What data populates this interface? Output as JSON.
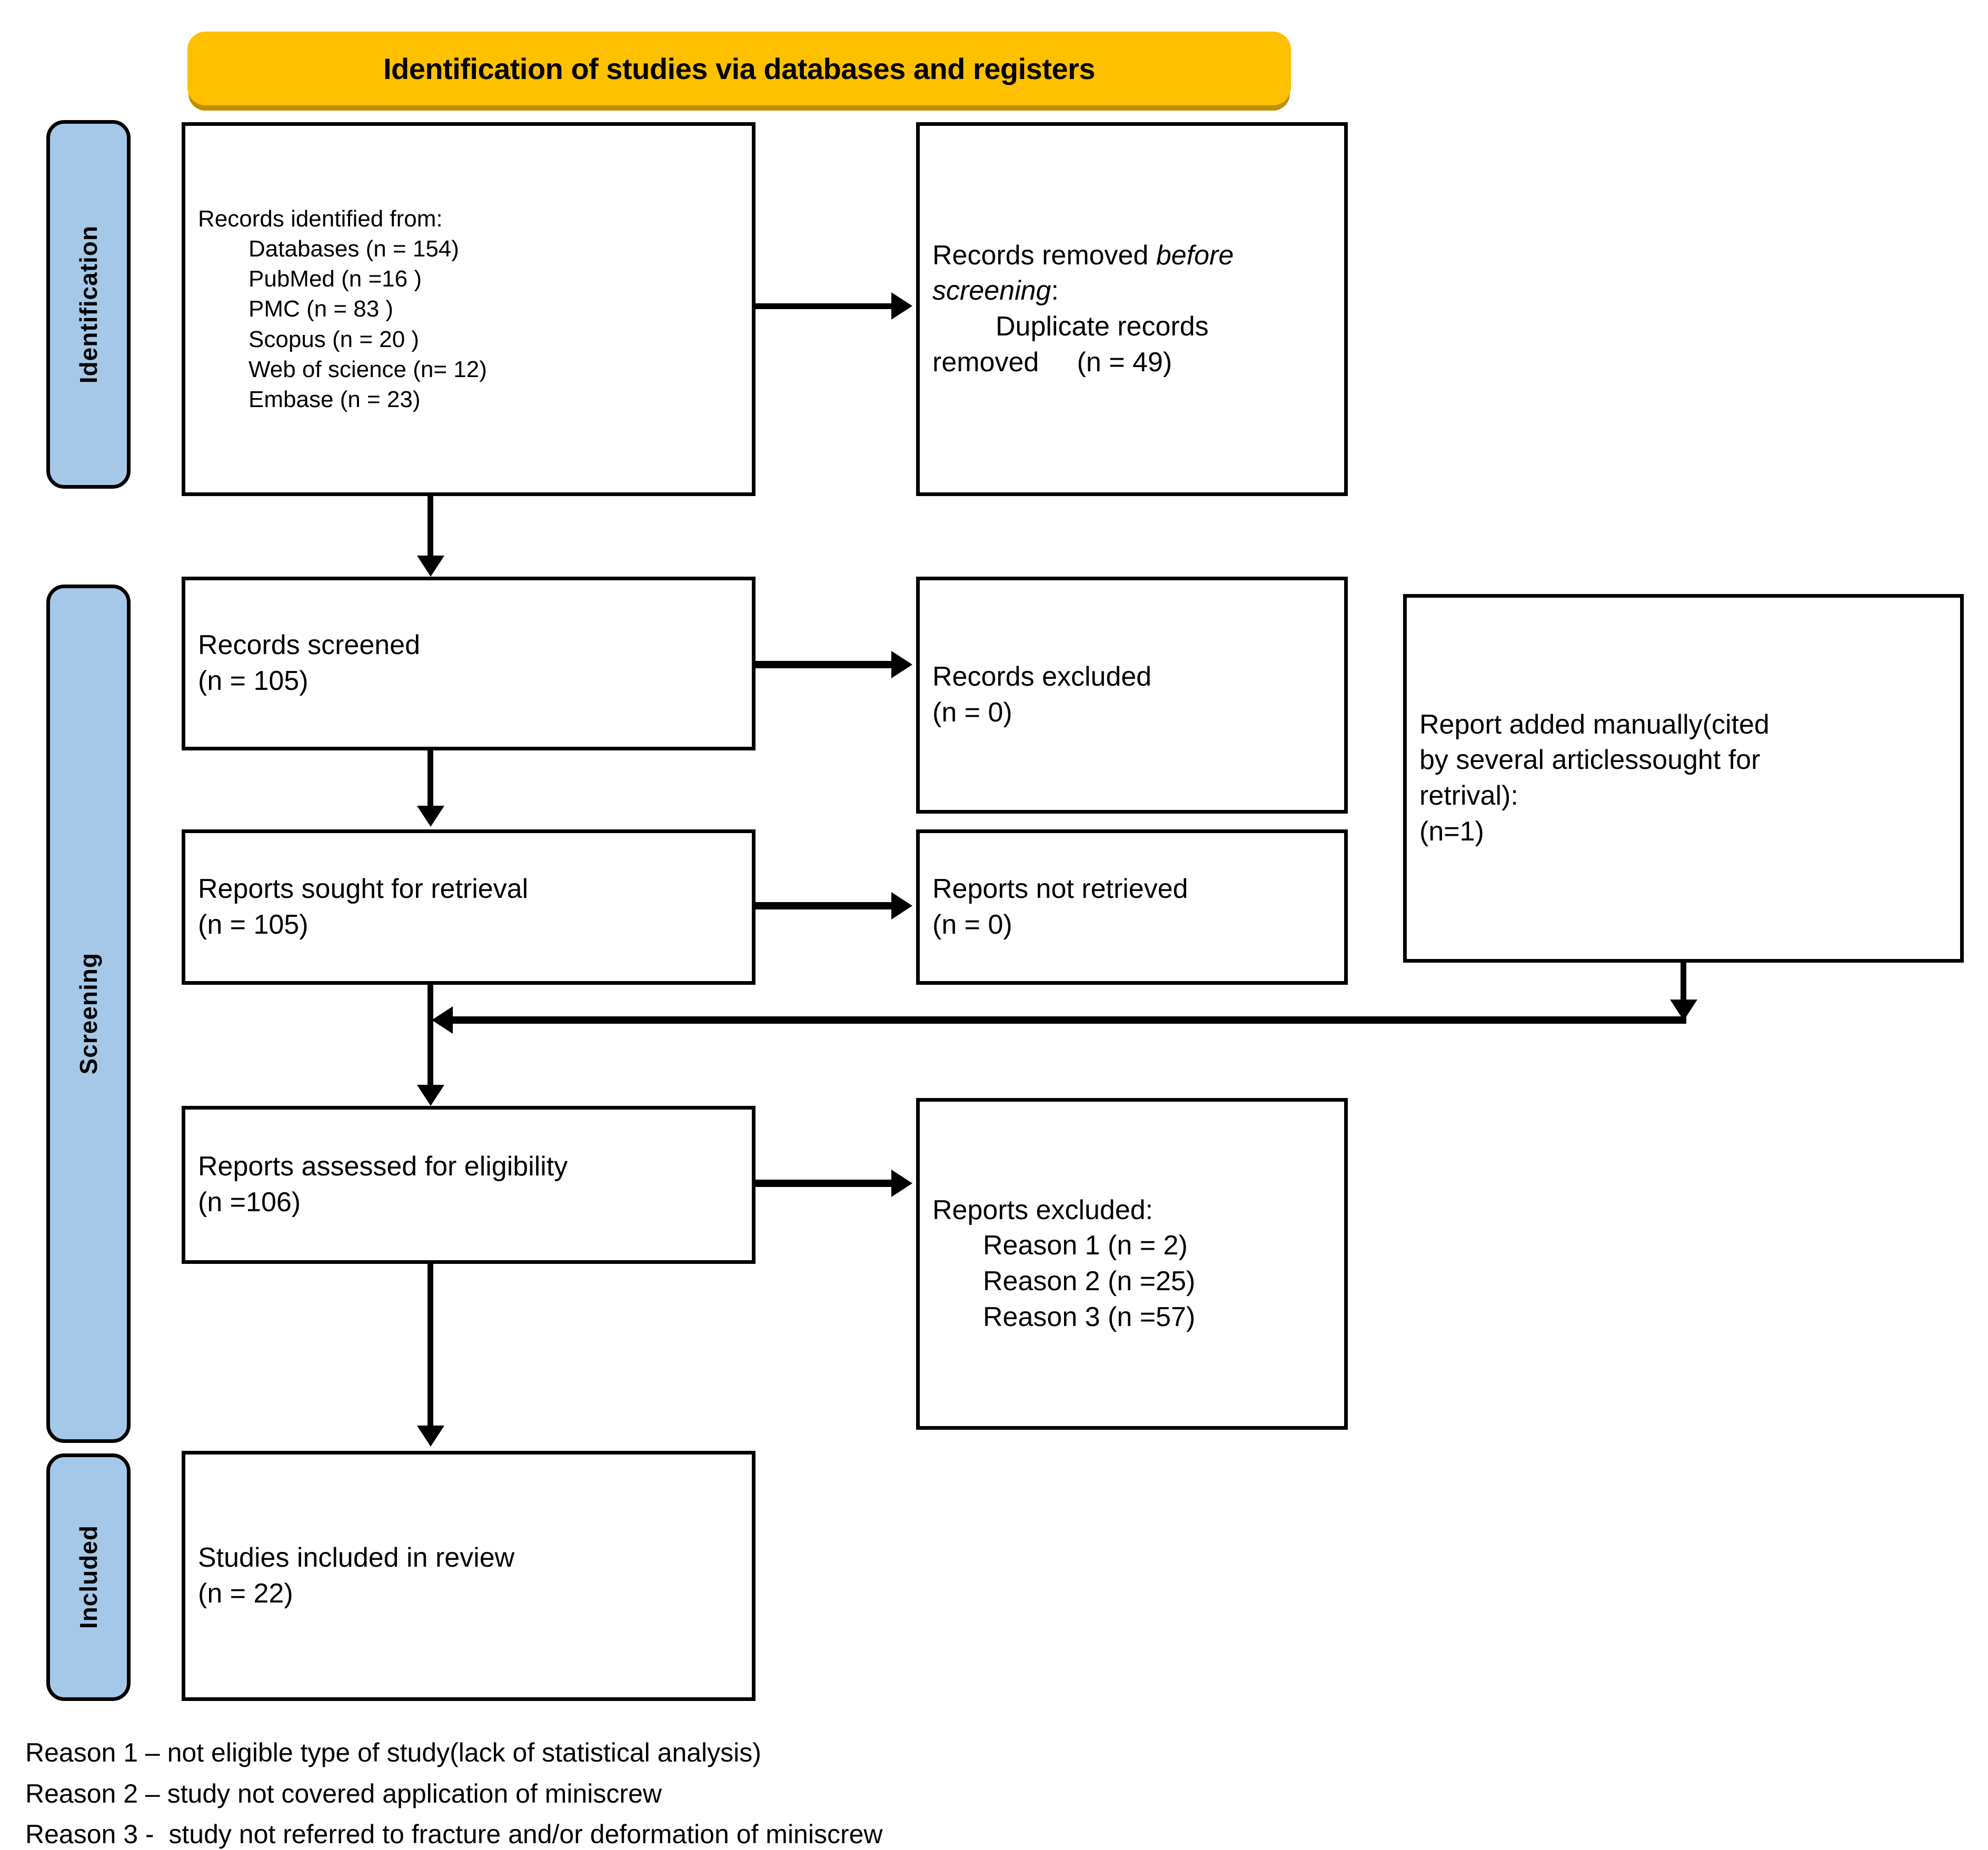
{
  "colors": {
    "header_fill": "#FFC000",
    "header_shadow": "#BF8F00",
    "stage_fill": "#A5C8E8",
    "line": "#000000",
    "box_fill": "#FFFFFF"
  },
  "header": {
    "title": "Identification of studies via databases and registers"
  },
  "stages": [
    {
      "id": "identification",
      "label": "Identification"
    },
    {
      "id": "screening",
      "label": "Screening"
    },
    {
      "id": "included",
      "label": "Included"
    }
  ],
  "boxes": {
    "records_identified": {
      "lines": [
        "Records identified from:",
        "Databases (n = 154)",
        "PubMed (n =16 )",
        "PMC (n = 83 )",
        "Scopus (n = 20 )",
        "Web of science (n= 12)",
        "Embase (n = 23)"
      ]
    },
    "records_removed": {
      "line1_normal": "Records removed ",
      "line1_italic": "before",
      "line2_italic": "screening",
      "line2_tail": ":",
      "line3": "Duplicate records",
      "line4": "removed     (n = 49)"
    },
    "records_screened": {
      "lines": [
        "Records screened",
        "(n = 105)"
      ]
    },
    "records_excluded": {
      "lines": [
        "Records excluded",
        "(n = 0)"
      ]
    },
    "report_added_manually": {
      "lines": [
        "Report added manually(cited",
        "by several articlessought for",
        "retrival):",
        "(n=1)"
      ]
    },
    "reports_sought": {
      "lines": [
        "Reports sought for retrieval",
        "(n = 105)"
      ]
    },
    "reports_not_retrieved": {
      "lines": [
        "Reports not retrieved",
        "(n = 0)"
      ]
    },
    "reports_assessed": {
      "lines": [
        "Reports assessed for eligibility",
        "(n =106)"
      ]
    },
    "reports_excluded": {
      "heading": "Reports excluded:",
      "reasons": [
        "Reason 1 (n = 2)",
        "Reason 2 (n =25)",
        "Reason 3 (n =57)"
      ]
    },
    "studies_included": {
      "lines": [
        "Studies included in review",
        "(n = 22)"
      ]
    }
  },
  "footnotes": [
    "Reason 1 – not eligible type of study(lack of statistical analysis)",
    "Reason 2 – study not covered application of miniscrew",
    "Reason 3 -  study not referred to fracture and/or deformation of miniscrew"
  ]
}
